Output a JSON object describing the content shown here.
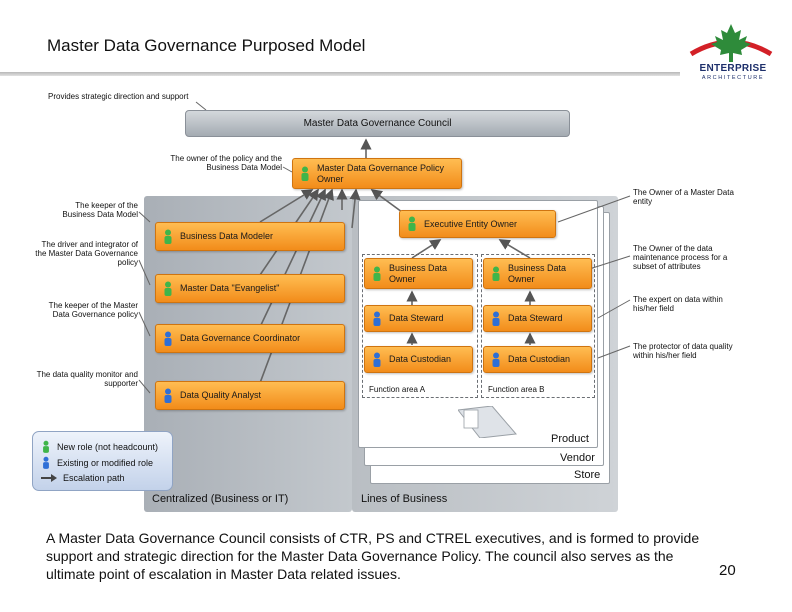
{
  "title": "Master Data Governance Purposed Model",
  "logo": {
    "name": "ENTERPRISE",
    "sub": "ARCHITECTURE"
  },
  "council": "Master Data Governance Council",
  "roles": {
    "policy_owner": "Master Data Governance Policy Owner",
    "executive_entity_owner": "Executive Entity Owner",
    "business_data_modeler": "Business Data Modeler",
    "evangelist": "Master Data \"Evangelist\"",
    "coordinator": "Data Governance Coordinator",
    "quality_analyst": "Data Quality Analyst",
    "business_data_owner_a": "Business Data Owner",
    "business_data_owner_b": "Business Data Owner",
    "data_steward_a": "Data Steward",
    "data_steward_b": "Data Steward",
    "data_custodian_a": "Data Custodian",
    "data_custodian_b": "Data Custodian"
  },
  "annotations": {
    "council": "Provides strategic direction and support",
    "policy_owner": "The owner of the policy and the Business Data Model",
    "modeler": "The keeper of the Business Data Model",
    "evangelist": "The driver and integrator of the Master Data Governance policy",
    "coordinator": "The keeper of the Master Data Governance policy",
    "quality_analyst": "The data quality monitor and supporter",
    "entity_owner": "The Owner of a Master Data entity",
    "business_data_owner": "The Owner of the data maintenance process for a subset of attributes",
    "data_steward": "The expert on data within his/her field",
    "data_custodian": "The protector of data quality within his/her field"
  },
  "function_areas": [
    "Function area A",
    "Function area B"
  ],
  "stack_labels": [
    "Product",
    "Vendor",
    "Store"
  ],
  "regions": {
    "left": "Centralized (Business or IT)",
    "right": "Lines of Business"
  },
  "legend": [
    {
      "label": "New role (not headcount)",
      "icon": "person-green-icon"
    },
    {
      "label": "Existing or modified role",
      "icon": "person-blue-icon"
    },
    {
      "label": "Escalation path",
      "icon": "arrow-icon"
    }
  ],
  "caption": "A Master Data Governance Council consists of CTR, PS and CTREL executives, and is formed to provide support and strategic direction for the Master Data Governance Policy. The council also serves as the ultimate point of escalation in Master Data related issues.",
  "page_number": "20",
  "colors": {
    "role_fill": "#f5951f",
    "new_role": "#3fb54a",
    "existing_role": "#2f6fd6",
    "council": "#b8bec5"
  }
}
